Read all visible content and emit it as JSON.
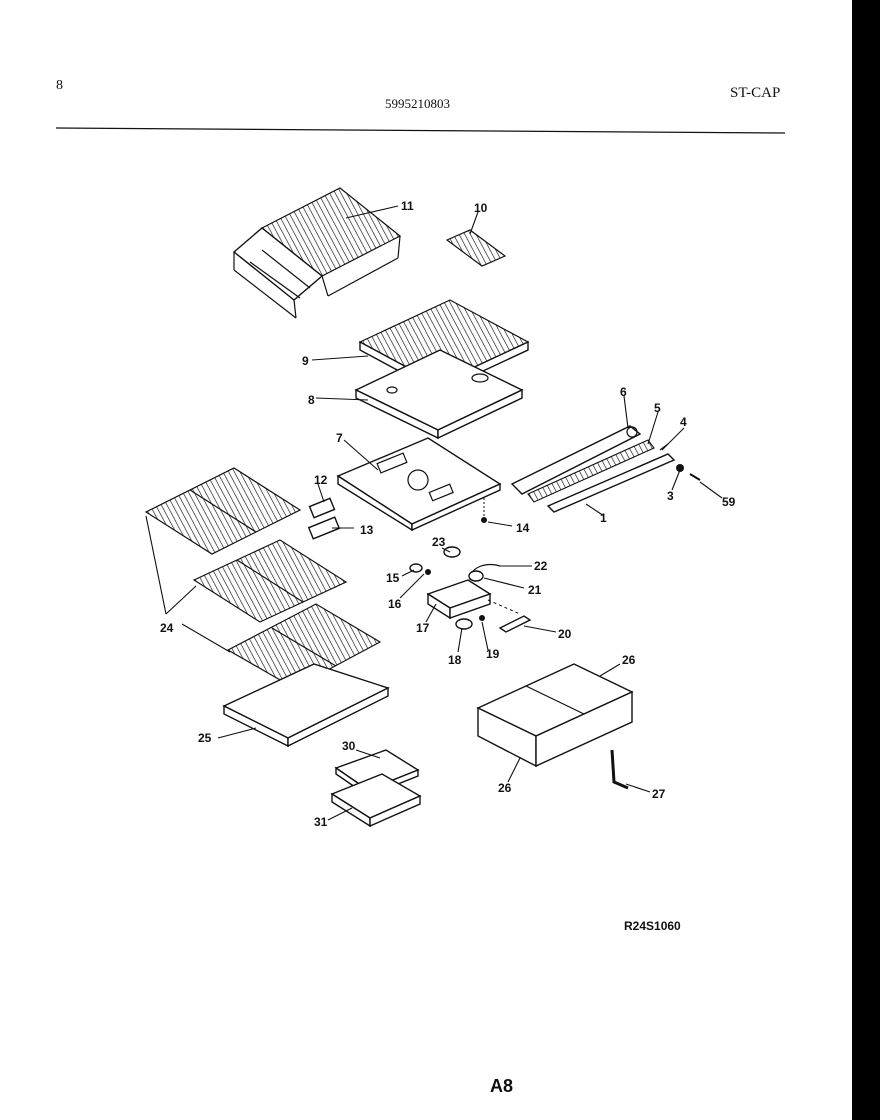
{
  "header": {
    "page_number": "8",
    "model_number": "5995210803",
    "section_code": "ST-CAP"
  },
  "diagram": {
    "reference_code": "R24S1060",
    "page_code": "A8",
    "callouts": [
      "11",
      "10",
      "9",
      "8",
      "7",
      "6",
      "5",
      "4",
      "3",
      "59",
      "1",
      "12",
      "13",
      "14",
      "23",
      "22",
      "15",
      "21",
      "16",
      "17",
      "20",
      "18",
      "19",
      "24",
      "25",
      "26",
      "26",
      "27",
      "30",
      "31"
    ]
  },
  "colors": {
    "ink": "#111111",
    "paper": "#ffffff",
    "edge": "#000000"
  }
}
